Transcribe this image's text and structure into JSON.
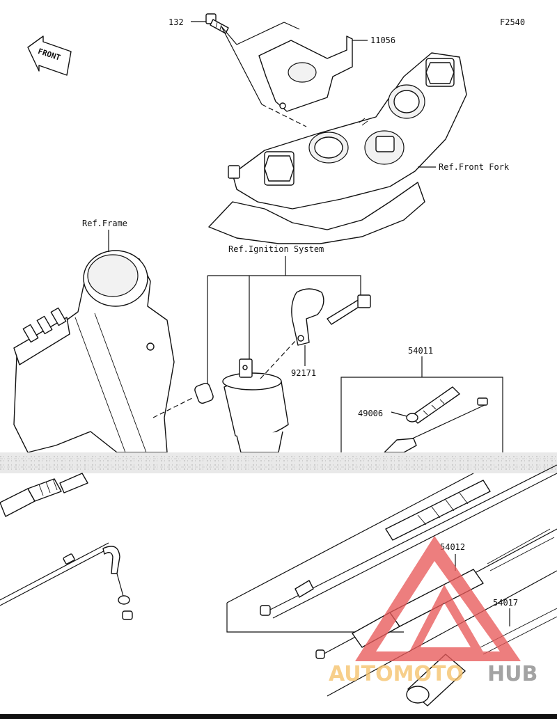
{
  "figure_code": "F2540",
  "front_badge": "FRONT",
  "parts": [
    {
      "key": "p132",
      "text": "132"
    },
    {
      "key": "p11056",
      "text": "11056"
    },
    {
      "key": "ref_front_fork",
      "text": "Ref.Front Fork"
    },
    {
      "key": "ref_frame",
      "text": "Ref.Frame"
    },
    {
      "key": "ref_ignition",
      "text": "Ref.Ignition System"
    },
    {
      "key": "p92171",
      "text": "92171"
    },
    {
      "key": "p54011",
      "text": "54011"
    },
    {
      "key": "p49006",
      "text": "49006"
    },
    {
      "key": "p54012",
      "text": "54012"
    },
    {
      "key": "p54017",
      "text": "54017"
    }
  ],
  "watermark": {
    "part1": "AUTOMOTO",
    "part2": "HUB",
    "color1": "#f5c26b",
    "color2": "#8a8a8a",
    "logo_color": "#e85a5a"
  }
}
